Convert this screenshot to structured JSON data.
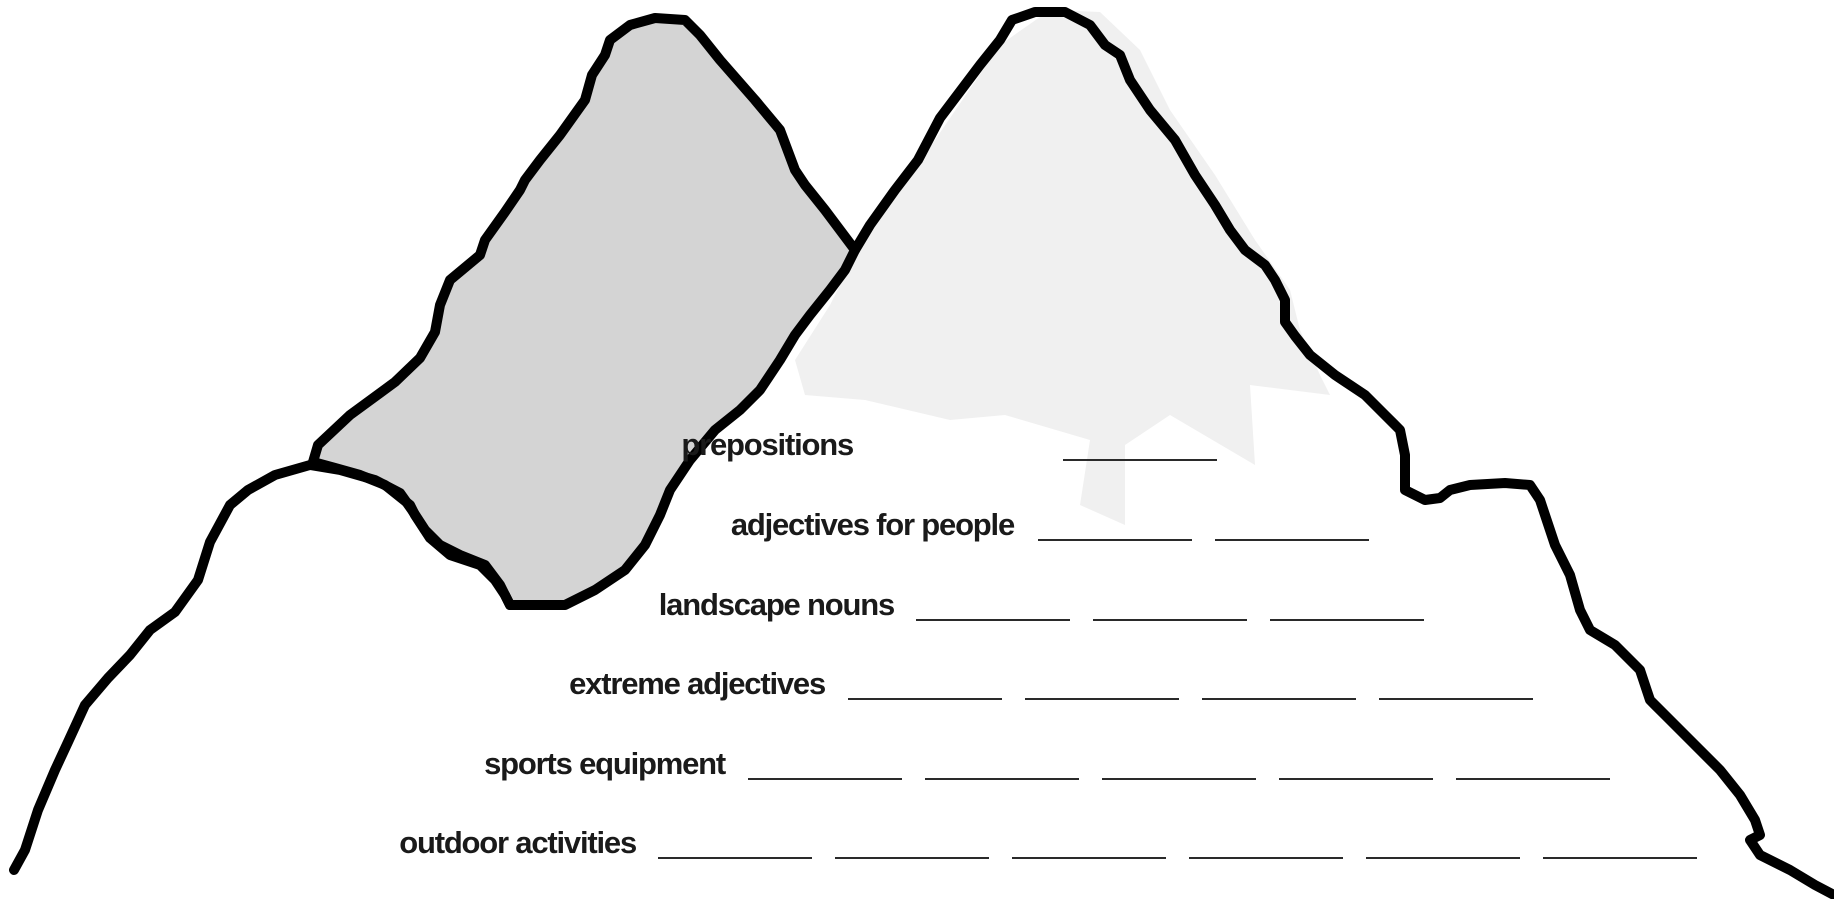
{
  "worksheet": {
    "rows": [
      {
        "label": "prepositions",
        "blanks": 1
      },
      {
        "label": "adjectives for people",
        "blanks": 2
      },
      {
        "label": "landscape nouns",
        "blanks": 3
      },
      {
        "label": "extreme adjectives",
        "blanks": 4
      },
      {
        "label": "sports equipment",
        "blanks": 5
      },
      {
        "label": "outdoor activities",
        "blanks": 6
      }
    ]
  },
  "colors": {
    "outline": "#000000",
    "left_peak_fill": "#d4d4d4",
    "right_peak_shadow": "#f0f0f0",
    "background": "#ffffff",
    "text": "#1a1a1a",
    "blank_line": "#2a2a2a"
  }
}
